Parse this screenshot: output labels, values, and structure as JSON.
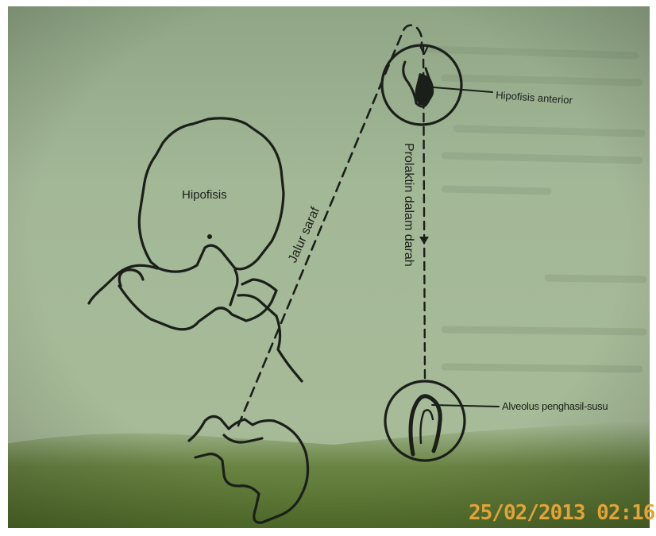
{
  "labels": {
    "hipofisis": "Hipofisis",
    "jalur_saraf": "Jalur saraf",
    "prolaktin": "Prolaktin dalam darah",
    "hipofisis_anterior": "Hipofisis anterior",
    "alveolus": "Alveolus penghasil-susu"
  },
  "timestamp": "25/02/2013 02:16",
  "colors": {
    "paper": "#9db391",
    "ink": "#1b1f1a",
    "stamp": "#e2a338"
  }
}
